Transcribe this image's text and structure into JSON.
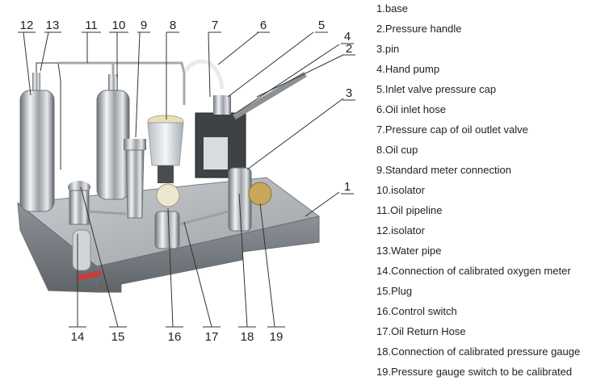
{
  "callouts": [
    {
      "num": "12"
    },
    {
      "num": "13"
    },
    {
      "num": "11"
    },
    {
      "num": "10"
    },
    {
      "num": "9"
    },
    {
      "num": "8"
    },
    {
      "num": "7"
    },
    {
      "num": "6"
    },
    {
      "num": "5"
    },
    {
      "num": "4"
    },
    {
      "num": "2"
    },
    {
      "num": "3"
    },
    {
      "num": "1"
    },
    {
      "num": "14"
    },
    {
      "num": "15"
    },
    {
      "num": "16"
    },
    {
      "num": "17"
    },
    {
      "num": "18"
    },
    {
      "num": "19"
    }
  ],
  "legend": [
    "1.base",
    "2.Pressure handle",
    "3.pin",
    "4.Hand pump",
    "5.Inlet valve pressure cap",
    "6.Oil inlet hose",
    "7.Pressure cap of oil outlet valve",
    "8.Oil cup",
    "9.Standard meter connection",
    "10.isolator",
    "11.Oil pipeline",
    "12.isolator",
    "13.Water pipe",
    "14.Connection of calibrated oxygen meter",
    "15.Plug",
    "16.Control switch",
    "17.Oil Return Hose",
    "18.Connection of calibrated pressure gauge",
    "19.Pressure gauge switch to be calibrated"
  ]
}
